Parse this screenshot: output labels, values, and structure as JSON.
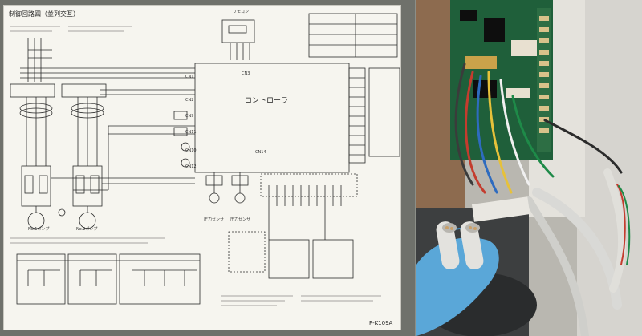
{
  "schematic": {
    "title": "制御回路図（並列交互）",
    "controller_label": "コントローラ",
    "remote_label": "リモコン",
    "drawing_number": "P-K109A",
    "pump1_label": "No.1ポンプ",
    "pump2_label": "No.2ポンプ",
    "terminal_labels": [
      "CN1",
      "CN2",
      "CN3",
      "CN9",
      "CN10",
      "CN11",
      "CN12",
      "CN14"
    ],
    "sensor_labels": [
      "圧力センサ",
      "圧力センサ"
    ]
  },
  "colors": {
    "sheet": "#f6f5ef",
    "line": "#2b2b2b",
    "cabinet": "#bfbdb6",
    "pcb": "#1f5f3a",
    "glove": "#5aa7d8"
  }
}
